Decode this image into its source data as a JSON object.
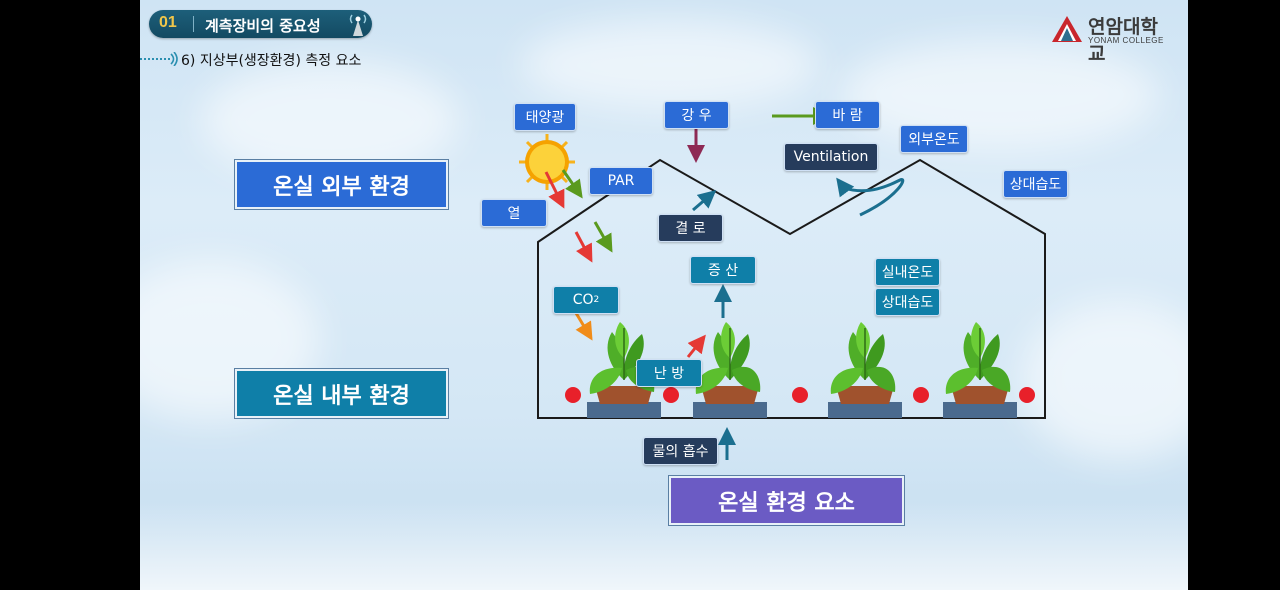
{
  "header": {
    "section_number": "01",
    "section_title": "계측장비의 중요성",
    "subtitle": "6) 지상부(생장환경) 측정 요소"
  },
  "logo": {
    "name": "연암대학교",
    "sub": "YONAM COLLEGE"
  },
  "side_labels": {
    "outer": "온실 외부 환경",
    "inner": "온실 내부 환경"
  },
  "caption": "온실 환경 요소",
  "tags": {
    "sunlight": "태양광",
    "rain": "강 우",
    "wind": "바 람",
    "outside_temp": "외부온도",
    "ventilation": "Ventilation",
    "par": "PAR",
    "outside_humidity": "상대습도",
    "heat": "열",
    "condensation": "결 로",
    "transpiration": "증 산",
    "inside_temp": "실내온도",
    "inside_humidity": "상대습도",
    "co2": "CO",
    "co2_sub": "2",
    "heating": "난 방",
    "water_uptake": "물의 흡수"
  },
  "colors": {
    "blue": "#2b6bd6",
    "navy": "#263c5c",
    "teal": "#0f7fa8",
    "purple": "#6b5bc4",
    "heater_red": "#e8202a"
  }
}
